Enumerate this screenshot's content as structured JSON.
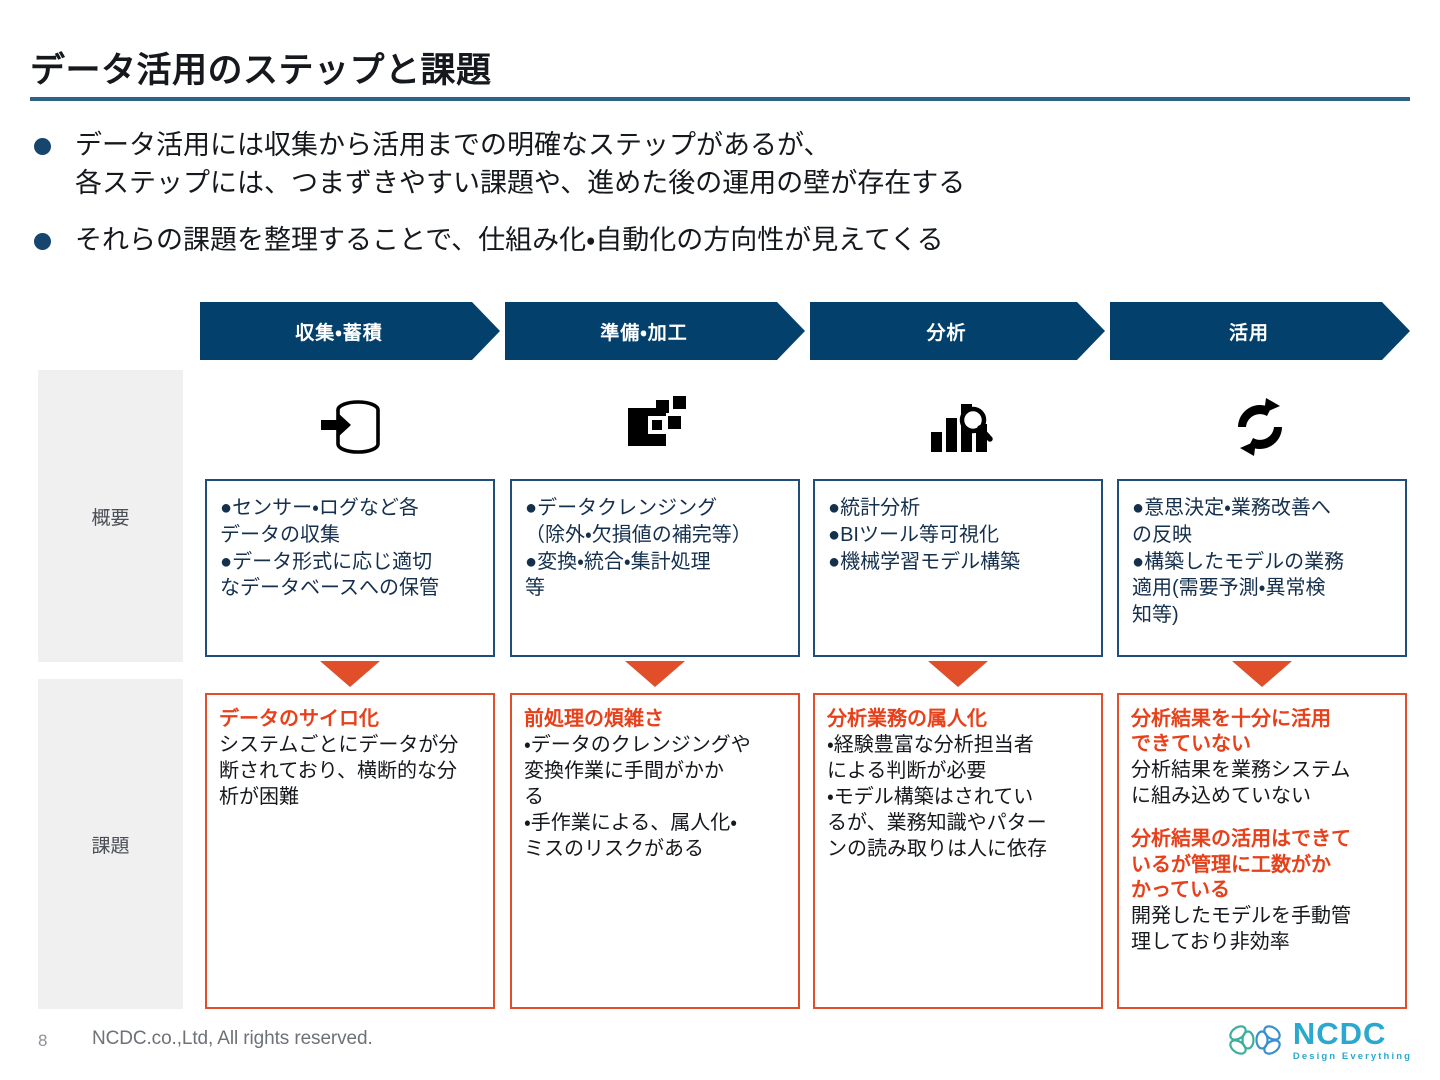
{
  "slide": {
    "title": "データ活用のステップと課題",
    "page_number": "8",
    "copyright": "NCDC.co.,Ltd, All rights reserved.",
    "accent_navy": "#03406B",
    "accent_red": "#E04E2A",
    "rule_color": "#2E6186",
    "row_label_bg": "#f0f0f0"
  },
  "logo": {
    "name": "NCDC",
    "tagline": "Design Everything",
    "color": "#2BA8CF"
  },
  "lead_bullets": [
    "データ活用には収集から活用までの明確なステップがあるが、\n各ステップには、つまずきやすい課題や、進めた後の運用の壁が存在する",
    "それらの課題を整理することで、仕組み化・自動化の方向性が見えてくる"
  ],
  "row_labels": {
    "overview": "概要",
    "challenge": "課題"
  },
  "columns": [
    {
      "step": "収集・蓄積",
      "icon": "database-import-icon",
      "overview": "●センサー・ログなど各\nデータの収集\n●データ形式に応じ適切\nなデータベースへの保管",
      "challenges": [
        {
          "head": "データのサイロ化",
          "body": "システムごとにデータが分\n断されており、横断的な分\n析が困難"
        }
      ]
    },
    {
      "step": "準備・加工",
      "icon": "data-transform-blocks-icon",
      "overview": "●データクレンジング\n（除外・欠損値の補完等）\n●変換・統合・集計処理\n等",
      "challenges": [
        {
          "head": "前処理の煩雑さ",
          "body": "・データのクレンジングや\n変換作業に手間がかか\nる\n・手作業による、属人化・\nミスのリスクがある"
        }
      ]
    },
    {
      "step": "分析",
      "icon": "bar-chart-magnifier-icon",
      "overview": "●統計分析\n●BIツール等可視化\n●機械学習モデル構築",
      "challenges": [
        {
          "head": "分析業務の属人化",
          "body": "・経験豊富な分析担当者\nによる判断が必要\n・モデル構築はされてい\nるが、業務知識やパター\nンの読み取りは人に依存"
        }
      ]
    },
    {
      "step": "活用",
      "icon": "refresh-cycle-icon",
      "overview": "●意思決定・業務改善へ\nの反映\n●構築したモデルの業務\n適用(需要予測・異常検\n知等)",
      "challenges": [
        {
          "head": "分析結果を十分に活用\nできていない",
          "body": "分析結果を業務システム\nに組み込めていない"
        },
        {
          "head": "分析結果の活用はできて\nいるが管理に工数がか\nかっている",
          "body": "開発したモデルを手動管\n理しており非効率"
        }
      ]
    }
  ]
}
